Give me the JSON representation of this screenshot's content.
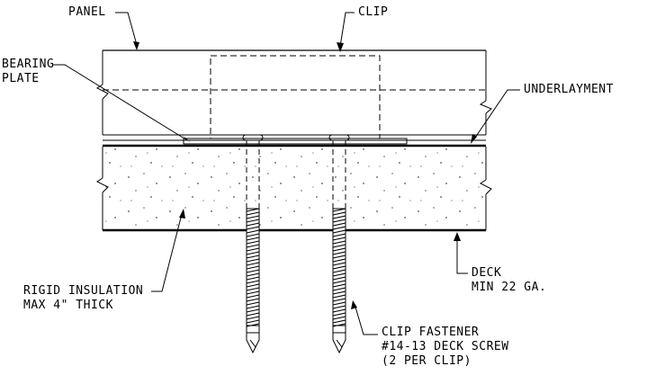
{
  "labels": {
    "panel": "PANEL",
    "clip": "CLIP",
    "bearing_plate_1": "BEARING",
    "bearing_plate_2": "PLATE",
    "underlayment": "UNDERLAYMENT",
    "rigid_insulation_1": "RIGID INSULATION",
    "rigid_insulation_2": "MAX 4\" THICK",
    "deck_1": "DECK",
    "deck_2": "MIN 22 GA.",
    "clip_fastener_1": "CLIP FASTENER",
    "clip_fastener_2": "#14-13 DECK SCREW",
    "clip_fastener_3": "(2 PER CLIP)"
  },
  "colors": {
    "line": "#000000",
    "background": "#ffffff"
  }
}
